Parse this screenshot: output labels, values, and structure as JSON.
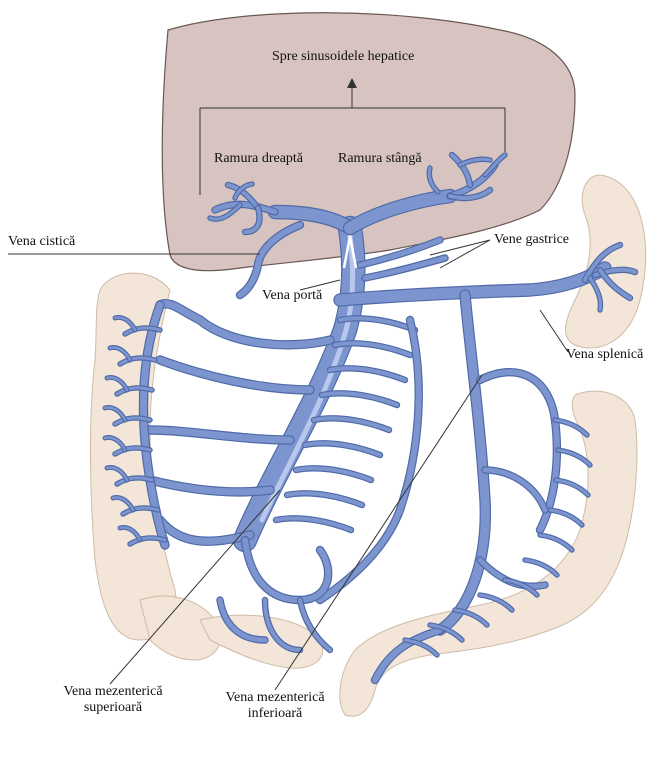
{
  "labels": {
    "sinusoids": "Spre sinusoidele hepatice",
    "right_branch": "Ramura dreaptă",
    "left_branch": "Ramura stângă",
    "cystic_vein": "Vena cistică",
    "gastric_veins": "Vene gastrice",
    "portal_vein": "Vena portă",
    "splenic_vein": "Vena splenică",
    "superior_mesenteric_line1": "Vena mezenterică",
    "superior_mesenteric_line2": "superioară",
    "inferior_mesenteric_line1": "Vena mezenterică",
    "inferior_mesenteric_line2": "inferioară"
  },
  "colors": {
    "liver": "#d7c4c0",
    "liver_stroke": "#6a5652",
    "colon": "#f3e6d8",
    "colon_stroke": "#cdbba6",
    "vein": "#7d95cf",
    "vein_dark": "#4f6aa8",
    "vein_light": "#b8c8ec",
    "line": "#333333"
  }
}
